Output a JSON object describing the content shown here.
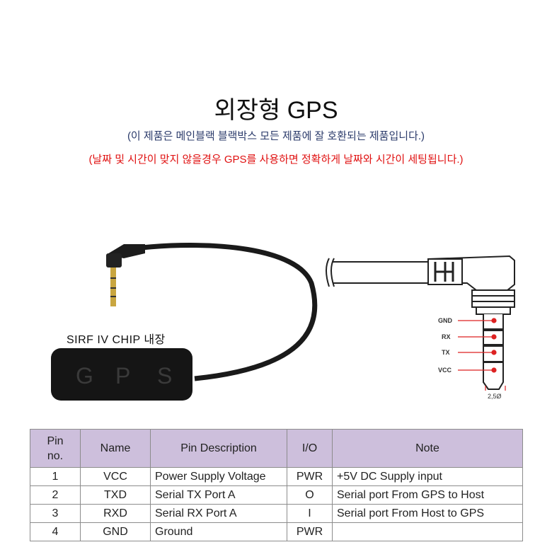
{
  "header": {
    "title": "외장형 GPS",
    "subtitle": "(이 제품은 메인블랙 블랙박스 모든 제품에 잘 호환되는 제품입니다.)",
    "notice": "(날짜 및 시간이 맞지 않을경우 GPS를 사용하면 정확하게 날짜와 시간이 세팅됩니다.)",
    "notice_color": "#e01010"
  },
  "product": {
    "chip_label": "SIRF IV CHIP 내장",
    "module_letters": [
      "G",
      "P",
      "S"
    ]
  },
  "diagram": {
    "pins": [
      "GND",
      "RX",
      "TX",
      "VCC"
    ],
    "diameter": "2,5Ø"
  },
  "table": {
    "headers": [
      "Pin no.",
      "Name",
      "Pin Description",
      "I/O",
      "Note"
    ],
    "rows": [
      {
        "pin": "1",
        "name": "VCC",
        "desc": "Power Supply Voltage",
        "io": "PWR",
        "note": "+5V DC Supply input"
      },
      {
        "pin": "2",
        "name": "TXD",
        "desc": "Serial TX Port A",
        "io": "O",
        "note": "Serial port From GPS to Host"
      },
      {
        "pin": "3",
        "name": "RXD",
        "desc": "Serial RX Port A",
        "io": "I",
        "note": "Serial port From Host to GPS"
      },
      {
        "pin": "4",
        "name": "GND",
        "desc": "Ground",
        "io": "PWR",
        "note": ""
      }
    ]
  }
}
